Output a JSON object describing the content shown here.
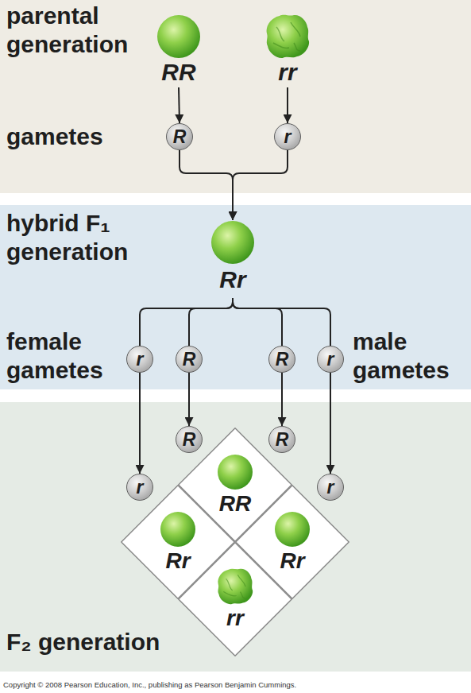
{
  "diagram": {
    "nodes": [
      {
        "text": [
          "parental generation",
          "gametes"
        ]
      },
      {
        "text": [
          "RR"
        ],
        "in": 0
      },
      {
        "text": [
          "rr"
        ],
        "in": 0
      },
      {
        "text": [
          "R"
        ],
        "in": 0
      },
      {
        "text": [
          "r"
        ],
        "in": 0
      },
      {
        "text": [
          "hybrid F₁ generation",
          "female gametes",
          "male gametes"
        ]
      },
      {
        "text": [
          "Rr"
        ],
        "in": 5
      },
      {
        "text": [
          "r"
        ],
        "in": 5
      },
      {
        "text": [
          "R"
        ],
        "in": 5
      },
      {
        "text": [
          "R"
        ],
        "in": 5
      },
      {
        "text": [
          "r"
        ],
        "in": 5
      },
      {
        "text": [
          "F₂ generation"
        ]
      },
      {
        "text": [
          "R"
        ],
        "in": 11
      },
      {
        "text": [
          "R"
        ],
        "in": 11
      },
      {
        "text": [
          "r"
        ],
        "in": 11
      },
      {
        "text": [
          "r"
        ],
        "in": 11
      },
      {
        "text": [
          "RR"
        ],
        "in": 11
      },
      {
        "text": [
          "Rr"
        ],
        "in": 11
      },
      {
        "text": [
          "Rr"
        ],
        "in": 11
      },
      {
        "text": [
          "rr"
        ],
        "in": 11
      }
    ],
    "edges": [
      {
        "from": 1,
        "to": 3,
        "arrow": "to"
      },
      {
        "from": 2,
        "to": 4,
        "arrow": "to"
      },
      {
        "from": 3,
        "to": 6,
        "arrow": "to"
      },
      {
        "from": 4,
        "to": 6,
        "arrow": "to"
      },
      {
        "from": 6,
        "to": 7,
        "arrow": "none"
      },
      {
        "from": 6,
        "to": 8,
        "arrow": "none"
      },
      {
        "from": 6,
        "to": 9,
        "arrow": "none"
      },
      {
        "from": 6,
        "to": 10,
        "arrow": "none"
      },
      {
        "from": 7,
        "to": 14,
        "arrow": "to"
      },
      {
        "from": 8,
        "to": 12,
        "arrow": "to"
      },
      {
        "from": 9,
        "to": 13,
        "arrow": "to"
      },
      {
        "from": 10,
        "to": 15,
        "arrow": "to"
      }
    ],
    "labels": [
      "Copyright © 2008 Pearson Education, Inc., publishing as Pearson Benjamin Cummings."
    ]
  }
}
